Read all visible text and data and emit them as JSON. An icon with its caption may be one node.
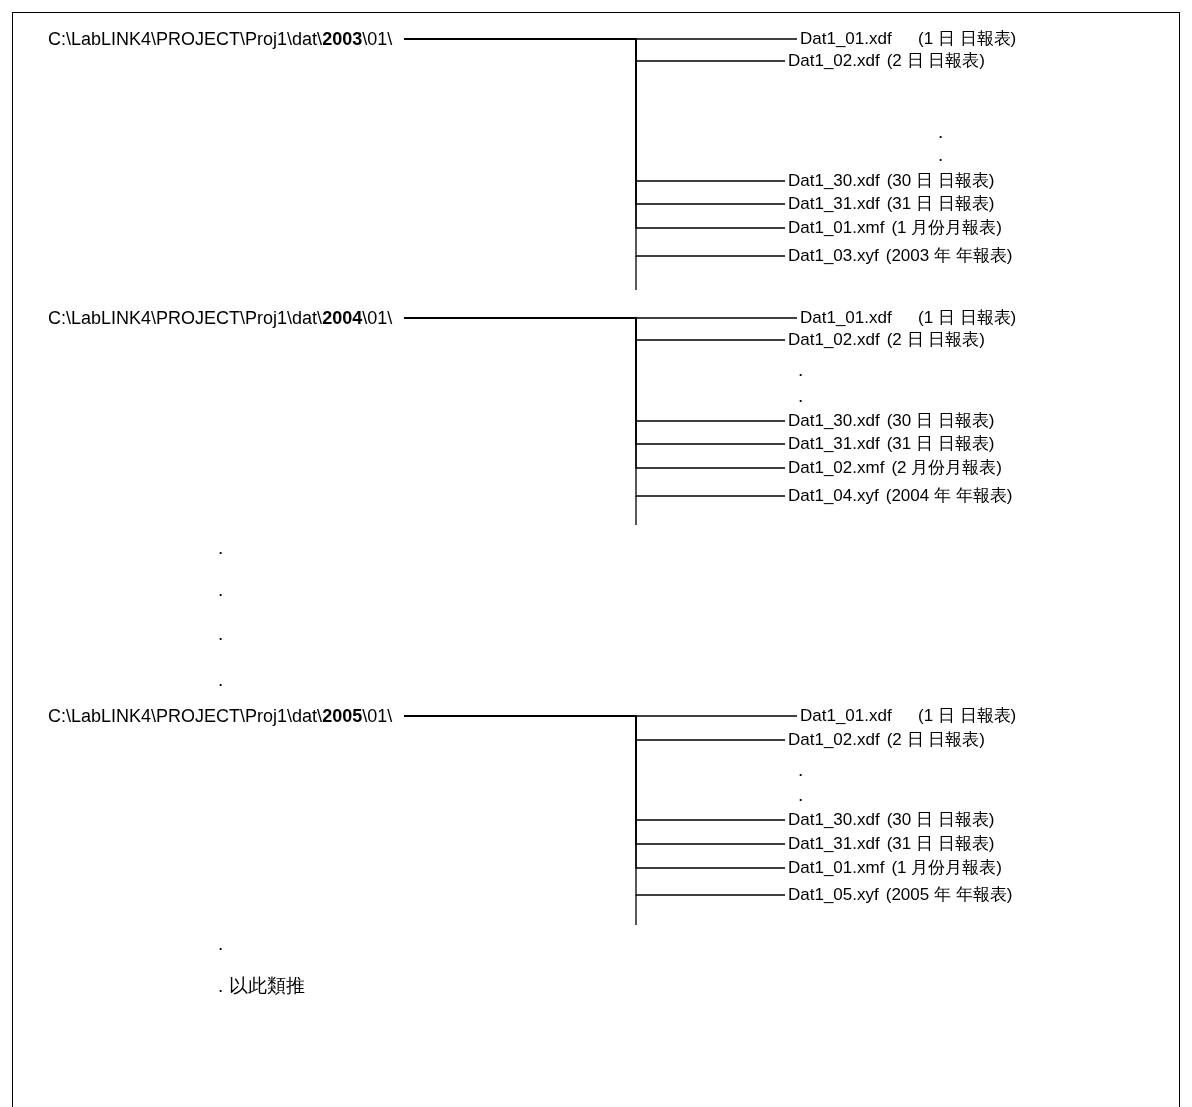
{
  "diagram": {
    "nodes": [
      {
        "text": [
          "C:\\LabLINK4\\PROJECT\\Proj1\\dat\\**2003**\\01\\"
        ]
      },
      {
        "text": [
          "Dat1_01.xdf",
          "(1 日 日報表)"
        ]
      },
      {
        "text": [
          "Dat1_02.xdf",
          "(2 日 日報表)"
        ]
      },
      {
        "text": [
          "Dat1_30.xdf",
          "(30 日 日報表)"
        ]
      },
      {
        "text": [
          "Dat1_31.xdf",
          "(31 日 日報表)"
        ]
      },
      {
        "text": [
          "Dat1_01.xmf",
          "(1 月份月報表)"
        ]
      },
      {
        "text": [
          "Dat1_03.xyf",
          "(2003 年 年報表)"
        ]
      },
      {
        "text": [
          "C:\\LabLINK4\\PROJECT\\Proj1\\dat\\**2004**\\01\\"
        ]
      },
      {
        "text": [
          "Dat1_01.xdf",
          "(1 日 日報表)"
        ]
      },
      {
        "text": [
          "Dat1_02.xdf",
          "(2 日 日報表)"
        ]
      },
      {
        "text": [
          "Dat1_30.xdf",
          "(30 日 日報表)"
        ]
      },
      {
        "text": [
          "Dat1_31.xdf",
          "(31 日 日報表)"
        ]
      },
      {
        "text": [
          "Dat1_02.xmf",
          "(2 月份月報表)"
        ]
      },
      {
        "text": [
          "Dat1_04.xyf",
          "(2004 年 年報表)"
        ]
      },
      {
        "text": [
          "C:\\LabLINK4\\PROJECT\\Proj1\\dat\\**2005**\\01\\"
        ]
      },
      {
        "text": [
          "Dat1_01.xdf",
          "(1 日 日報表)"
        ]
      },
      {
        "text": [
          "Dat1_02.xdf",
          "(2 日 日報表)"
        ]
      },
      {
        "text": [
          "Dat1_30.xdf",
          "(30 日 日報表)"
        ]
      },
      {
        "text": [
          "Dat1_31.xdf",
          "(31 日 日報表)"
        ]
      },
      {
        "text": [
          "Dat1_01.xmf",
          "(1 月份月報表)"
        ]
      },
      {
        "text": [
          "Dat1_05.xyf",
          "(2005 年 年報表)"
        ]
      }
    ],
    "edges": [
      {
        "from": 0,
        "to": 1,
        "arrow": "none"
      },
      {
        "from": 0,
        "to": 2,
        "arrow": "none"
      },
      {
        "from": 0,
        "to": 3,
        "arrow": "none"
      },
      {
        "from": 0,
        "to": 4,
        "arrow": "none"
      },
      {
        "from": 0,
        "to": 5,
        "arrow": "none"
      },
      {
        "from": 0,
        "to": 6,
        "arrow": "none"
      },
      {
        "from": 7,
        "to": 8,
        "arrow": "none"
      },
      {
        "from": 7,
        "to": 9,
        "arrow": "none"
      },
      {
        "from": 7,
        "to": 10,
        "arrow": "none"
      },
      {
        "from": 7,
        "to": 11,
        "arrow": "none"
      },
      {
        "from": 7,
        "to": 12,
        "arrow": "none"
      },
      {
        "from": 7,
        "to": 13,
        "arrow": "none"
      },
      {
        "from": 14,
        "to": 15,
        "arrow": "none"
      },
      {
        "from": 14,
        "to": 16,
        "arrow": "none"
      },
      {
        "from": 14,
        "to": 17,
        "arrow": "none"
      },
      {
        "from": 14,
        "to": 18,
        "arrow": "none"
      },
      {
        "from": 14,
        "to": 19,
        "arrow": "none"
      },
      {
        "from": 14,
        "to": 20,
        "arrow": "none"
      }
    ],
    "labels": [
      ".",
      ".",
      ".",
      ".",
      ".",
      ".",
      ".",
      ".",
      ".",
      ".",
      ".",
      ". 以此類推"
    ]
  }
}
